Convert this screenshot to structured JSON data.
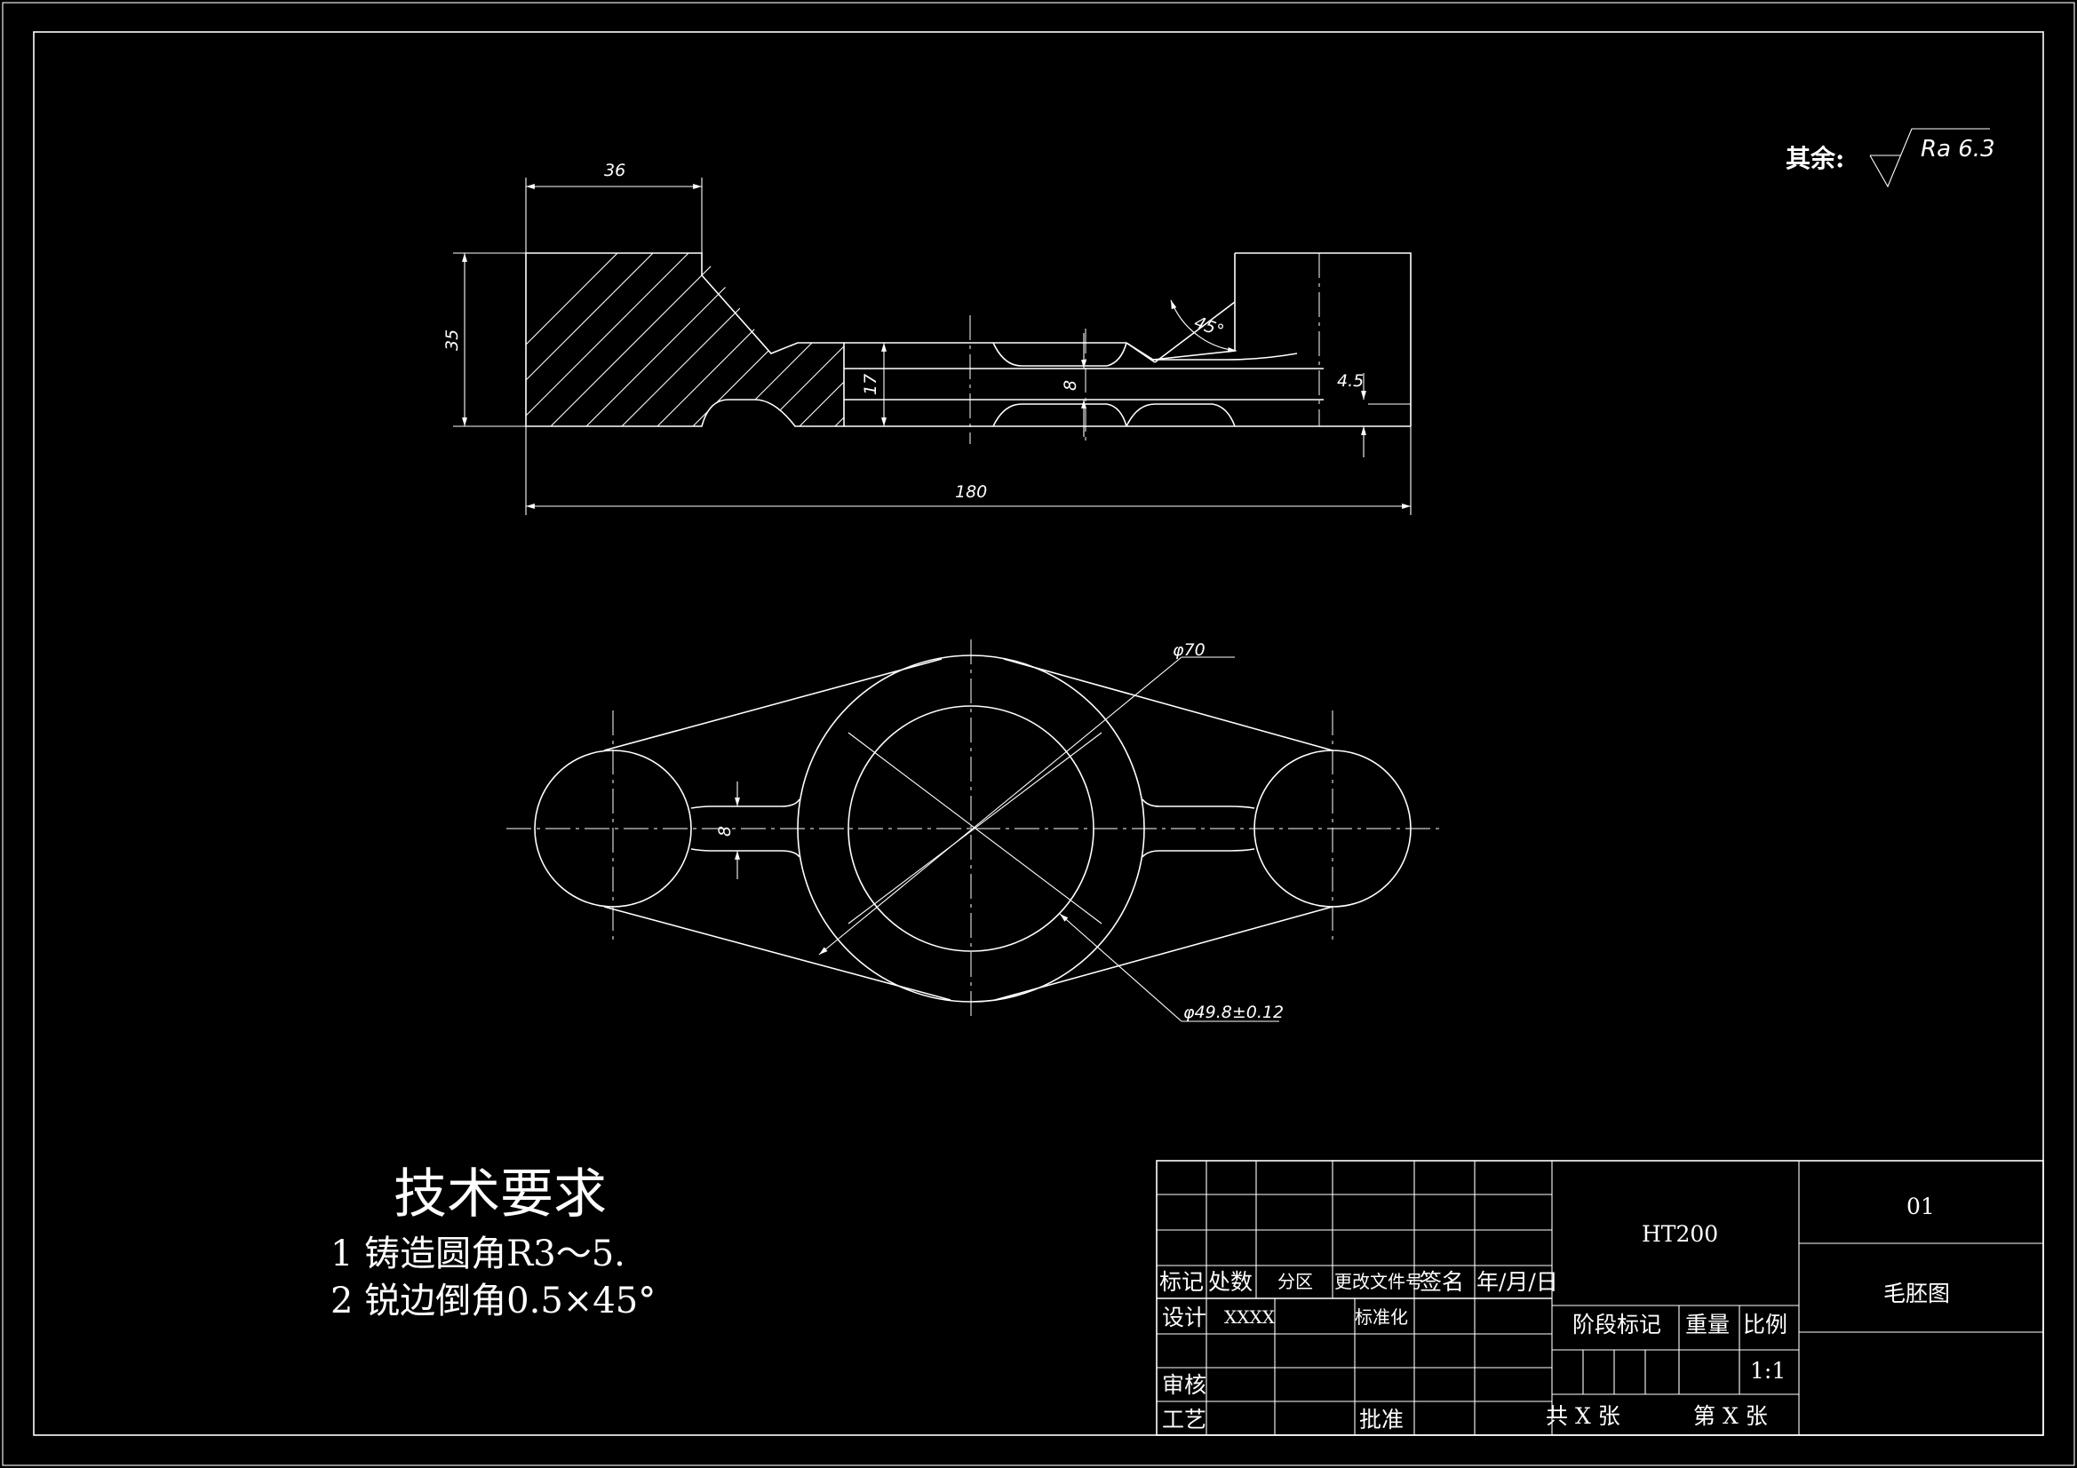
{
  "roughness": {
    "prefix": "其余:",
    "value": "Ra 6.3"
  },
  "front_view": {
    "dims": {
      "width_top": "36",
      "height": "35",
      "web": "17",
      "slot": "8",
      "angle": "45°",
      "offset": "4.5",
      "length": "180"
    }
  },
  "top_view": {
    "dims": {
      "outer_dia": "φ70",
      "inner_dia": "φ49.8±0.12",
      "web": "8"
    }
  },
  "requirements": {
    "title": "技术要求",
    "items": [
      "1 铸造圆角R3～5.",
      "2 锐边倒角0.5×45°"
    ]
  },
  "title_block": {
    "material": "HT200",
    "drawing_no": "01",
    "drawing_name": "毛胚图",
    "headers": {
      "mark": "标记",
      "qty": "处数",
      "zone": "分区",
      "doc_no": "更改文件号",
      "sign": "签名",
      "date": "年/月/日"
    },
    "roles": {
      "design": "设计",
      "designer": "XXXX",
      "standard": "标准化",
      "review": "审核",
      "process": "工艺",
      "approve": "批准"
    },
    "stage_mark": "阶段标记",
    "weight": "重量",
    "scale_label": "比例",
    "scale": "1:1",
    "total_sheets": "共 X 张",
    "sheet_no": "第 X 张"
  }
}
